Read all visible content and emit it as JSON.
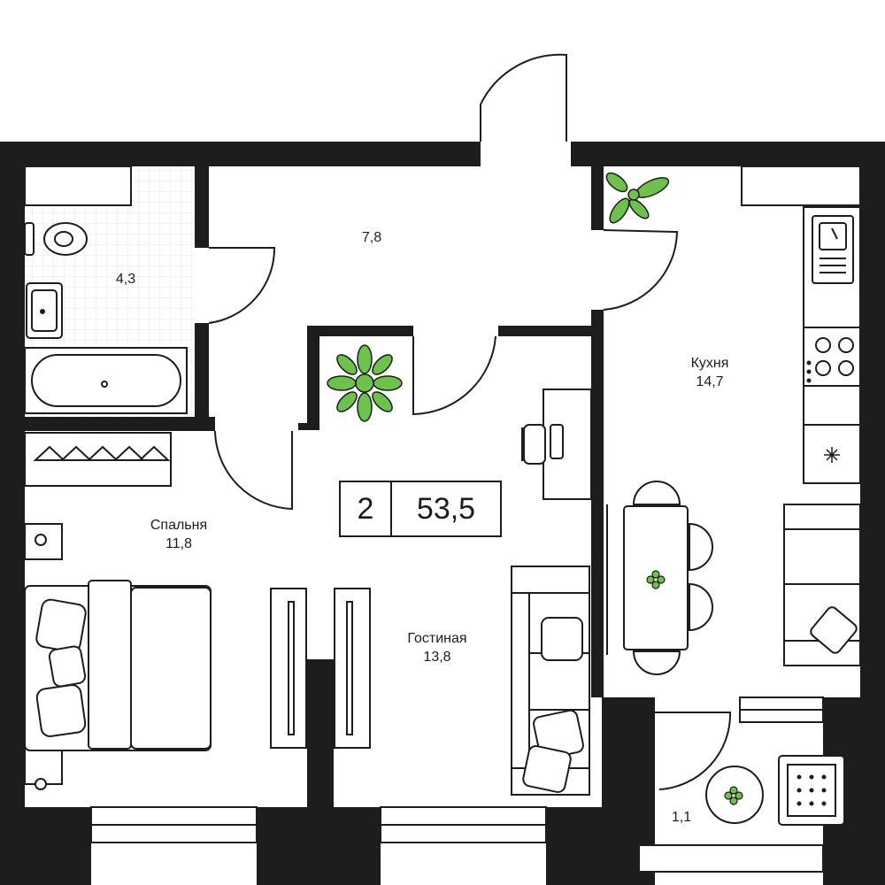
{
  "apartment": {
    "rooms_count": "2",
    "total_area": "53,5"
  },
  "rooms": {
    "hall": {
      "area": "7,8"
    },
    "bathroom": {
      "area": "4,3"
    },
    "kitchen": {
      "name": "Кухня",
      "area": "14,7"
    },
    "bedroom": {
      "name": "Спальня",
      "area": "11,8"
    },
    "living": {
      "name": "Гостиная",
      "area": "13,8"
    },
    "balcony": {
      "area": "1,1"
    }
  },
  "colors": {
    "wall": "#1d1d1b",
    "plant": "#6cc24a",
    "plant_dark": "#3d8b2a",
    "furniture_line": "#1d1d1b",
    "tile_grid": "#e6e6e6"
  },
  "icons": [
    "plant-icon",
    "toilet-icon",
    "sink-icon",
    "bathtub-icon",
    "stove-icon",
    "bed-icon",
    "sofa-icon",
    "table-icon",
    "chair-icon",
    "wardrobe-icon",
    "desk-icon",
    "fridge-icon"
  ]
}
